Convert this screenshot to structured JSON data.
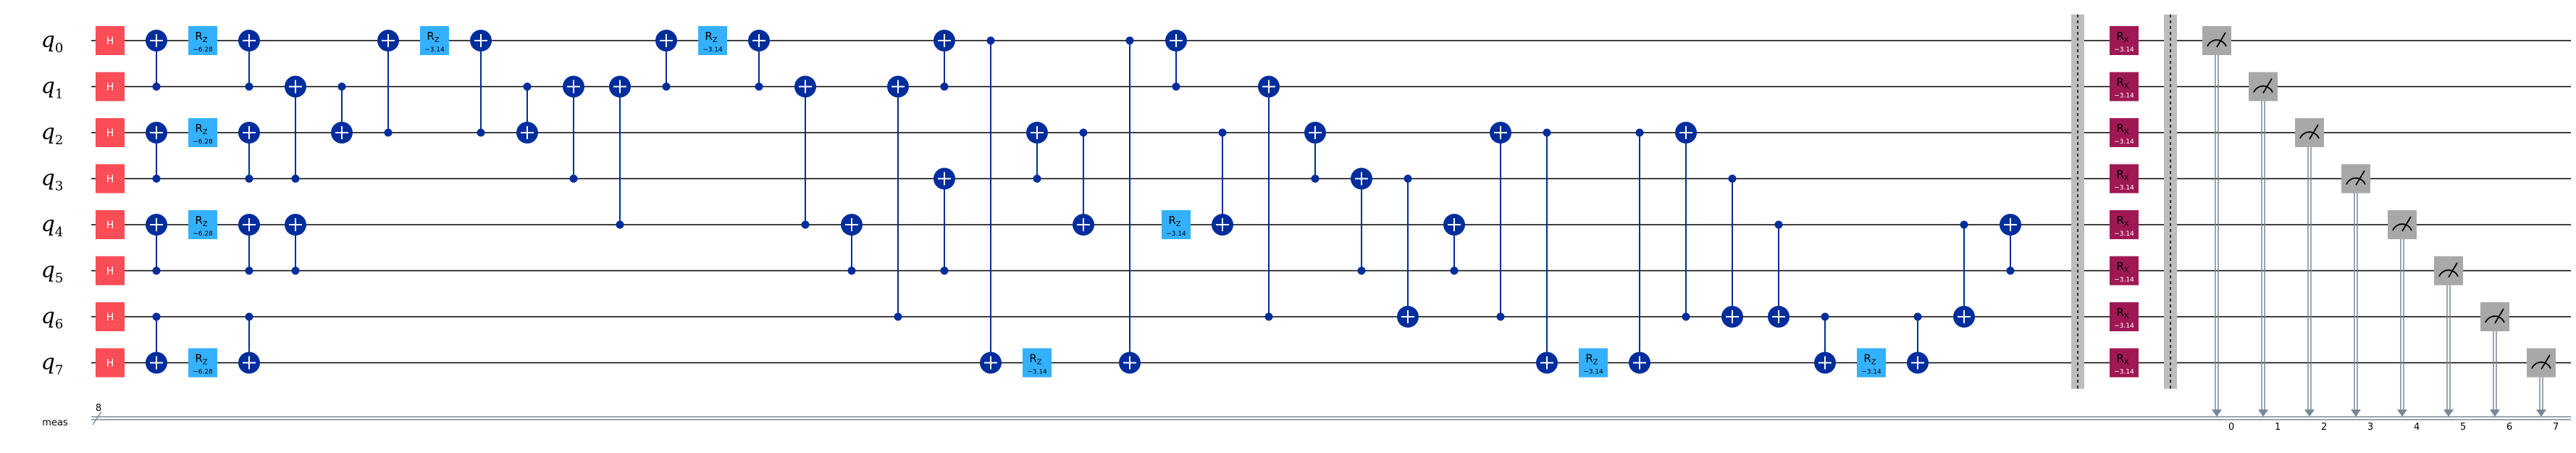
{
  "qubits": [
    "q0",
    "q1",
    "q2",
    "q3",
    "q4",
    "q5",
    "q6",
    "q7"
  ],
  "qubit_labels": [
    {
      "base": "q",
      "sub": "0"
    },
    {
      "base": "q",
      "sub": "1"
    },
    {
      "base": "q",
      "sub": "2"
    },
    {
      "base": "q",
      "sub": "3"
    },
    {
      "base": "q",
      "sub": "4"
    },
    {
      "base": "q",
      "sub": "5"
    },
    {
      "base": "q",
      "sub": "6"
    },
    {
      "base": "q",
      "sub": "7"
    }
  ],
  "classical_register": {
    "name": "meas",
    "width": "8"
  },
  "colors": {
    "h": "#fa4d56",
    "rz": "#33b1ff",
    "rx": "#9f1853",
    "cx": "#002d9c",
    "measure": "#a8a8a8",
    "barrier": "#bdbdbd",
    "creg": "#778899"
  },
  "gate_labels": {
    "h": "H",
    "rz_base": "R",
    "rz_sub": "Z",
    "rx_base": "R",
    "rx_sub": "X"
  },
  "params": {
    "rz_a": "−6.28",
    "rz_b": "−3.14",
    "rx": "−3.14"
  },
  "ops": [
    {
      "t": "h",
      "q": 0,
      "c": 1
    },
    {
      "t": "h",
      "q": 1,
      "c": 1
    },
    {
      "t": "h",
      "q": 2,
      "c": 1
    },
    {
      "t": "h",
      "q": 3,
      "c": 1
    },
    {
      "t": "h",
      "q": 4,
      "c": 1
    },
    {
      "t": "h",
      "q": 5,
      "c": 1
    },
    {
      "t": "h",
      "q": 6,
      "c": 1
    },
    {
      "t": "h",
      "q": 7,
      "c": 1
    },
    {
      "t": "cx",
      "c": 1,
      "t_q": 0,
      "col": 2
    },
    {
      "t": "cx",
      "c": 3,
      "t_q": 2,
      "col": 2
    },
    {
      "t": "cx",
      "c": 5,
      "t_q": 4,
      "col": 2
    },
    {
      "t": "cx",
      "c": 6,
      "t_q": 7,
      "col": 2
    },
    {
      "t": "rz",
      "q": 0,
      "col": 3,
      "p": "rz_a"
    },
    {
      "t": "rz",
      "q": 2,
      "col": 3,
      "p": "rz_a"
    },
    {
      "t": "rz",
      "q": 4,
      "col": 3,
      "p": "rz_a"
    },
    {
      "t": "rz",
      "q": 7,
      "col": 3,
      "p": "rz_a"
    },
    {
      "t": "cx",
      "c": 1,
      "t_q": 0,
      "col": 4
    },
    {
      "t": "cx",
      "c": 3,
      "t_q": 2,
      "col": 4
    },
    {
      "t": "cx",
      "c": 5,
      "t_q": 4,
      "col": 4
    },
    {
      "t": "cx",
      "c": 6,
      "t_q": 7,
      "col": 4
    },
    {
      "t": "cx",
      "c": 3,
      "t_q": 1,
      "col": 5
    },
    {
      "t": "cx",
      "c": 5,
      "t_q": 4,
      "col": 5
    },
    {
      "t": "cx",
      "c": 1,
      "t_q": 2,
      "col": 6
    },
    {
      "t": "cx",
      "c": 2,
      "t_q": 0,
      "col": 7
    },
    {
      "t": "rz",
      "q": 0,
      "col": 8,
      "p": "rz_b"
    },
    {
      "t": "cx",
      "c": 2,
      "t_q": 0,
      "col": 9
    },
    {
      "t": "cx",
      "c": 1,
      "t_q": 2,
      "col": 10
    },
    {
      "t": "cx",
      "c": 3,
      "t_q": 1,
      "col": 11
    },
    {
      "t": "cx",
      "c": 4,
      "t_q": 1,
      "col": 12
    },
    {
      "t": "cx",
      "c": 1,
      "t_q": 0,
      "col": 13
    },
    {
      "t": "rz",
      "q": 0,
      "col": 14,
      "p": "rz_b"
    },
    {
      "t": "cx",
      "c": 1,
      "t_q": 0,
      "col": 15
    },
    {
      "t": "cx",
      "c": 4,
      "t_q": 1,
      "col": 16
    },
    {
      "t": "cx",
      "c": 5,
      "t_q": 4,
      "col": 17
    },
    {
      "t": "cx",
      "c": 6,
      "t_q": 1,
      "col": 18
    },
    {
      "t": "cx",
      "c": 1,
      "t_q": 0,
      "col": 19
    },
    {
      "t": "cx",
      "c": 5,
      "t_q": 3,
      "col": 19
    },
    {
      "t": "cx",
      "c": 0,
      "t_q": 7,
      "col": 20
    },
    {
      "t": "rz",
      "q": 7,
      "col": 21,
      "p": "rz_b"
    },
    {
      "t": "cx",
      "c": 3,
      "t_q": 2,
      "col": 21
    },
    {
      "t": "cx",
      "c": 2,
      "t_q": 4,
      "col": 22
    },
    {
      "t": "cx",
      "c": 0,
      "t_q": 7,
      "col": 23
    },
    {
      "t": "cx",
      "c": 1,
      "t_q": 0,
      "col": 24
    },
    {
      "t": "rz",
      "q": 4,
      "col": 24,
      "p": "rz_b"
    },
    {
      "t": "cx",
      "c": 2,
      "t_q": 4,
      "col": 25
    },
    {
      "t": "cx",
      "c": 6,
      "t_q": 1,
      "col": 26
    },
    {
      "t": "cx",
      "c": 3,
      "t_q": 2,
      "col": 27
    },
    {
      "t": "cx",
      "c": 5,
      "t_q": 3,
      "col": 28
    },
    {
      "t": "cx",
      "c": 3,
      "t_q": 6,
      "col": 29
    },
    {
      "t": "cx",
      "c": 5,
      "t_q": 4,
      "col": 30
    },
    {
      "t": "cx",
      "c": 6,
      "t_q": 2,
      "col": 31
    },
    {
      "t": "cx",
      "c": 2,
      "t_q": 7,
      "col": 32
    },
    {
      "t": "rz",
      "q": 7,
      "col": 33,
      "p": "rz_b"
    },
    {
      "t": "cx",
      "c": 2,
      "t_q": 7,
      "col": 34
    },
    {
      "t": "cx",
      "c": 6,
      "t_q": 2,
      "col": 35
    },
    {
      "t": "cx",
      "c": 3,
      "t_q": 6,
      "col": 36
    },
    {
      "t": "cx",
      "c": 4,
      "t_q": 6,
      "col": 37
    },
    {
      "t": "cx",
      "c": 6,
      "t_q": 7,
      "col": 38
    },
    {
      "t": "rz",
      "q": 7,
      "col": 39,
      "p": "rz_b"
    },
    {
      "t": "cx",
      "c": 6,
      "t_q": 7,
      "col": 40
    },
    {
      "t": "cx",
      "c": 4,
      "t_q": 6,
      "col": 41
    },
    {
      "t": "cx",
      "c": 5,
      "t_q": 4,
      "col": 42
    }
  ],
  "measure_bits": [
    "0",
    "1",
    "2",
    "3",
    "4",
    "5",
    "6",
    "7"
  ]
}
